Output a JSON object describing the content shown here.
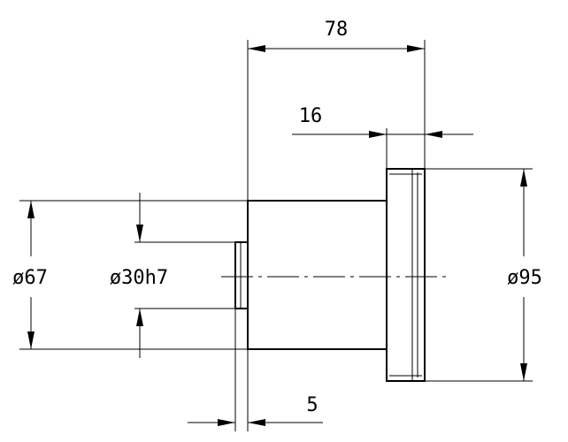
{
  "dimensions": {
    "overall_length": "78",
    "flange_width": "16",
    "shoulder_width": "5",
    "body_diameter": "ø67",
    "bore_diameter": "ø30h7",
    "flange_diameter": "ø95"
  },
  "colors": {
    "line": "#000000",
    "background": "#ffffff"
  }
}
